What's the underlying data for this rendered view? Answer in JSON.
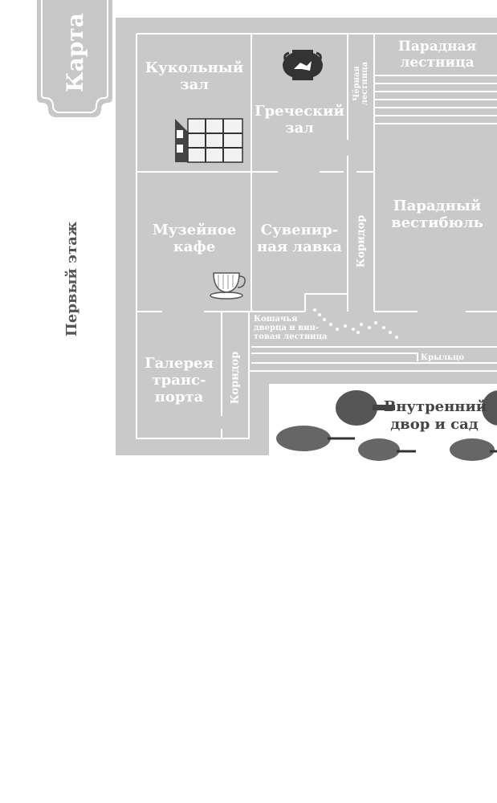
{
  "tab": {
    "label": "Карта"
  },
  "floor_label": "Первый этаж",
  "rooms": {
    "doll_hall": "Кукольный\nзал",
    "greek_hall": "Греческий\nзал",
    "back_stairs": "Чёрная\nлестница",
    "grand_staircase": "Парадная\nлестница",
    "museum_cafe": "Музейное\nкафе",
    "souvenir_shop": "Сувенир-\nная лавка",
    "corridor_right": "Коридор",
    "grand_vestibule": "Парадный\nвестибюль",
    "cat_door": "Кошачья\nдверца и вин-\nтовая лестница",
    "porch": "Крыльцо",
    "transport_gallery": "Галерея\nтранс-\nпорта",
    "corridor_left": "Коридор",
    "courtyard": "Внутренний\nдвор и сад"
  },
  "colors": {
    "plan_fill": "#c9c9c9",
    "walls": "#ffffff",
    "tab": "#c7c7c7"
  },
  "icons": [
    "greek-vase-icon",
    "dollhouse-icon",
    "teacup-icon",
    "tree-icon"
  ]
}
